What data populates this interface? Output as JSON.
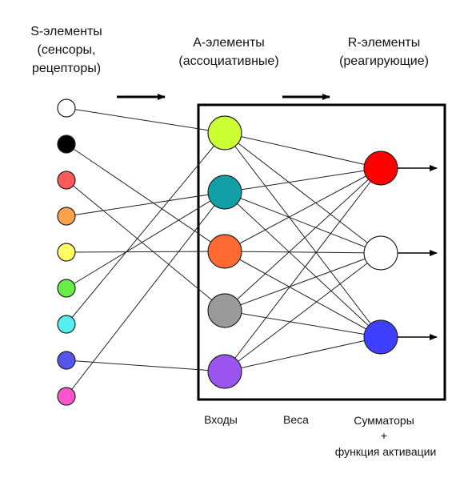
{
  "headers": {
    "s": "S-элементы\n(сенсоры,\nрецепторы)",
    "a": "A-элементы\n(ассоциативные)",
    "r": "R-элементы\n(реагирующие)"
  },
  "footer": {
    "inputs": "Входы",
    "weights": "Веса",
    "summators": "Сумматоры",
    "plus": "+",
    "activation": "функция активации"
  },
  "s_nodes": [
    {
      "color": "#ffffff"
    },
    {
      "color": "#000000"
    },
    {
      "color": "#ff5a5a"
    },
    {
      "color": "#ffa04a"
    },
    {
      "color": "#ffff66"
    },
    {
      "color": "#66ee44"
    },
    {
      "color": "#55eeee"
    },
    {
      "color": "#5555ee"
    },
    {
      "color": "#ff55cc"
    }
  ],
  "a_nodes": [
    {
      "color": "#ccff33"
    },
    {
      "color": "#11a0a8"
    },
    {
      "color": "#ff6a33"
    },
    {
      "color": "#9a9a9a"
    },
    {
      "color": "#9955ee"
    }
  ],
  "r_nodes": [
    {
      "color": "#ff0000"
    },
    {
      "color": "#ffffff"
    },
    {
      "color": "#3f3fff"
    }
  ],
  "s_to_a": [
    [
      0,
      0
    ],
    [
      1,
      2
    ],
    [
      2,
      3
    ],
    [
      3,
      1
    ],
    [
      4,
      2
    ],
    [
      5,
      1
    ],
    [
      6,
      0
    ],
    [
      7,
      4
    ],
    [
      8,
      1
    ]
  ],
  "a_to_r": [
    [
      0,
      0
    ],
    [
      0,
      1
    ],
    [
      0,
      2
    ],
    [
      1,
      0
    ],
    [
      1,
      1
    ],
    [
      1,
      2
    ],
    [
      2,
      0
    ],
    [
      2,
      1
    ],
    [
      2,
      2
    ],
    [
      3,
      0
    ],
    [
      3,
      1
    ],
    [
      3,
      2
    ],
    [
      4,
      0
    ],
    [
      4,
      1
    ],
    [
      4,
      2
    ]
  ]
}
